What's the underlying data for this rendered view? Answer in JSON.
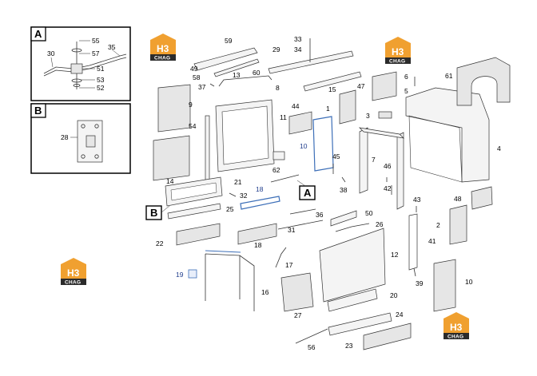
{
  "detail_boxes": [
    {
      "letter": "A",
      "callouts": [
        "55",
        "35",
        "30",
        "57",
        "51",
        "53",
        "52"
      ]
    },
    {
      "letter": "B",
      "callouts": [
        "28"
      ]
    }
  ],
  "view_markers": [
    "A",
    "B"
  ],
  "callouts": [
    "59",
    "49",
    "58",
    "37",
    "13",
    "60",
    "8",
    "29",
    "33",
    "34",
    "15",
    "6",
    "61",
    "5",
    "47",
    "9",
    "54",
    "11",
    "44",
    "1",
    "3",
    "4",
    "10",
    "45",
    "7",
    "14",
    "62",
    "46",
    "42",
    "38",
    "21",
    "18",
    "32",
    "43",
    "48",
    "25",
    "36",
    "50",
    "31",
    "26",
    "2",
    "22",
    "18",
    "41",
    "12",
    "17",
    "19",
    "16",
    "39",
    "10",
    "27",
    "20",
    "24",
    "56",
    "23"
  ],
  "logos": [
    {
      "mark": "H3",
      "text": "CHAG"
    },
    {
      "mark": "H3",
      "text": "CHAG"
    },
    {
      "mark": "H3",
      "text": "CHAG"
    },
    {
      "mark": "H3",
      "text": "CHAG"
    }
  ],
  "colors": {
    "logo_orange": "#f0a030",
    "logo_dark": "#2b2b2b",
    "ink": "#222222",
    "blue_callout": "#1f3c8c",
    "blue_part": "#3d6fb8"
  }
}
